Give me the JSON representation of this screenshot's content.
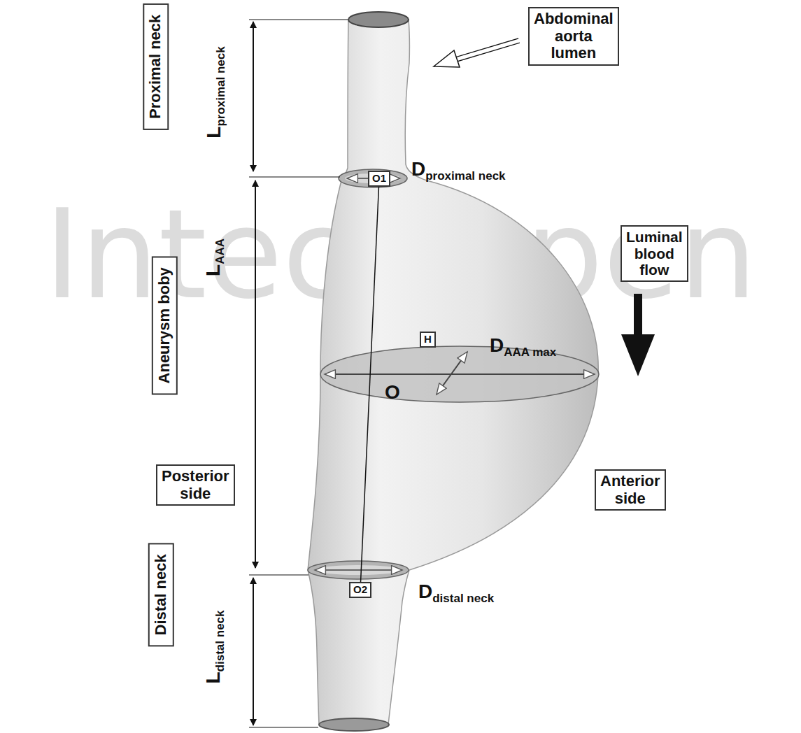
{
  "diagram": {
    "nodes": [
      {
        "text": [
          "Abdominal aorta lumen"
        ]
      },
      {
        "text": [
          "Proximal neck"
        ]
      },
      {
        "text": [
          "O1"
        ]
      },
      {
        "text": [
          "Luminal blood flow"
        ]
      },
      {
        "text": [
          "Aneurysm boby"
        ]
      },
      {
        "text": [
          "H"
        ]
      },
      {
        "text": [
          "Posterior side"
        ]
      },
      {
        "text": [
          "Anterior side"
        ]
      },
      {
        "text": [
          "O2"
        ]
      },
      {
        "text": [
          "Distal neck"
        ]
      }
    ],
    "edges": [
      {
        "from": 2,
        "to": 8,
        "arrow": "none"
      }
    ],
    "labels": [
      "L",
      "proximal neck",
      "D",
      "proximal neck",
      "L",
      "AAA",
      "D",
      "AAA max",
      "O",
      "D",
      "distal neck",
      "L",
      "distal neck",
      "IntechOpen"
    ]
  }
}
